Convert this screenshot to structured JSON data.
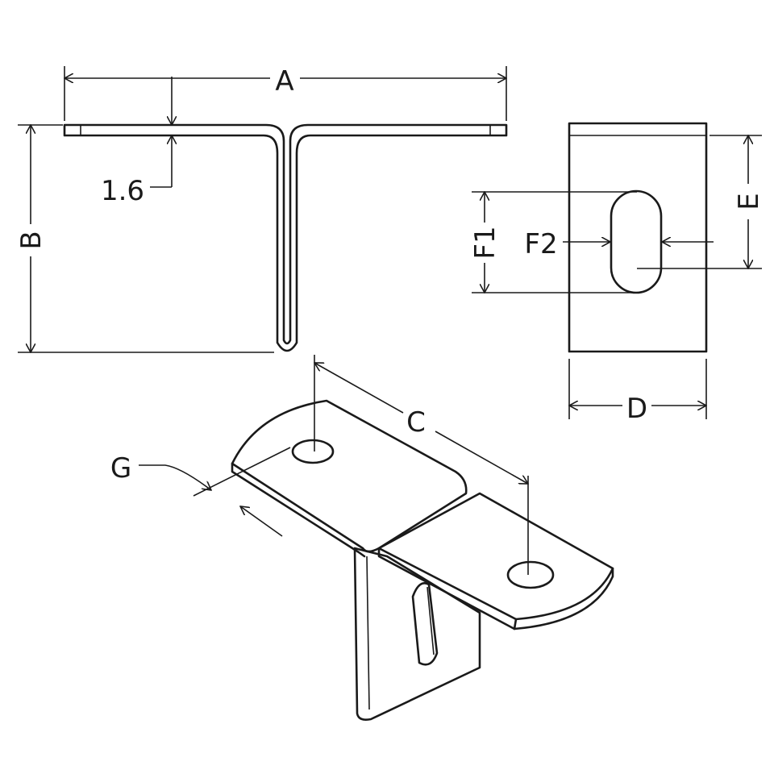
{
  "labels": {
    "A": "A",
    "B": "B",
    "C": "C",
    "D": "D",
    "E": "E",
    "F1": "F1",
    "F2": "F2",
    "G": "G",
    "thickness": "1.6"
  }
}
